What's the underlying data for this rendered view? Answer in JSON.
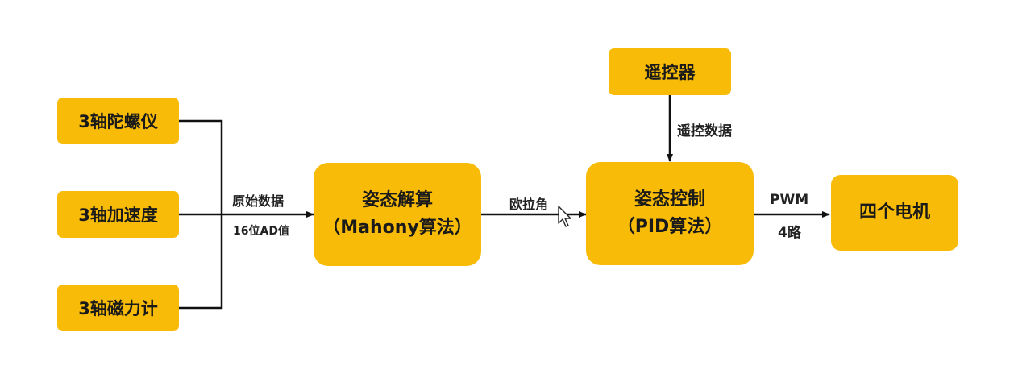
{
  "nodes": {
    "gyro": "3轴陀螺仪",
    "accel": "3轴加速度",
    "mag": "3轴磁力计",
    "attitude_solve": {
      "line1": "姿态解算",
      "line2": "（Mahony算法）"
    },
    "remote": "遥控器",
    "attitude_control": {
      "line1": "姿态控制",
      "line2": "（PID算法）"
    },
    "motors": "四个电机"
  },
  "edges": {
    "raw_data": "原始数据",
    "raw_data_sub": "16位AD值",
    "euler": "欧拉角",
    "remote_data": "遥控数据",
    "pwm": "PWM",
    "pwm_sub": "4路"
  },
  "colors": {
    "box_fill": "#f8bb08",
    "line": "#111111"
  }
}
